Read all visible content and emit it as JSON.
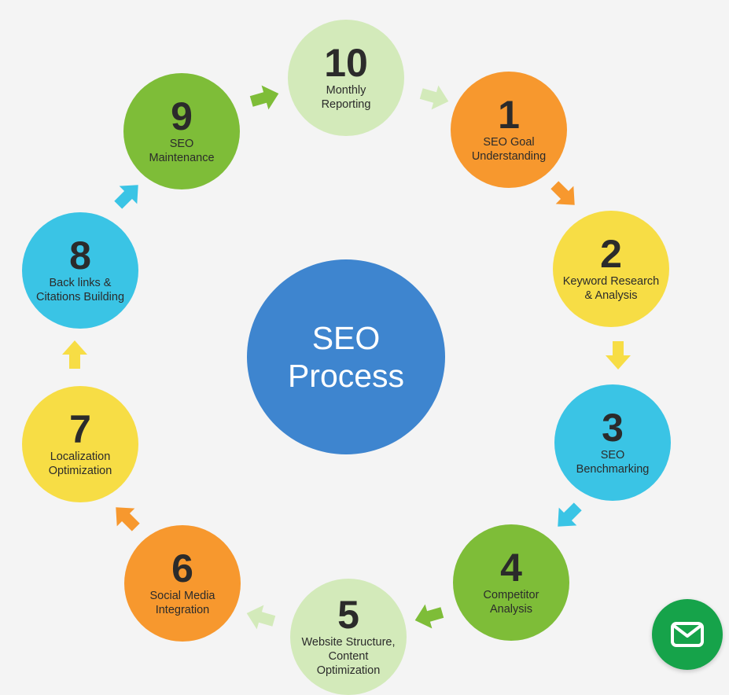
{
  "center": {
    "line1": "SEO",
    "line2": "Process",
    "color": "#3e85cf"
  },
  "colors": {
    "orange": "#f7982e",
    "yellow": "#f7dd45",
    "blue": "#3ac4e5",
    "green": "#7ebd38",
    "light_green": "#d3eaba"
  },
  "steps": [
    {
      "num": "1",
      "label": "SEO Goal\nUnderstanding",
      "color": "#f7982e"
    },
    {
      "num": "2",
      "label": "Keyword Research\n& Analysis",
      "color": "#f7dd45"
    },
    {
      "num": "3",
      "label": "SEO\nBenchmarking",
      "color": "#3ac4e5"
    },
    {
      "num": "4",
      "label": "Competitor\nAnalysis",
      "color": "#7ebd38"
    },
    {
      "num": "5",
      "label": "Website Structure,\nContent\nOptimization",
      "color": "#d3eaba"
    },
    {
      "num": "6",
      "label": "Social Media\nIntegration",
      "color": "#f7982e"
    },
    {
      "num": "7",
      "label": "Localization\nOptimization",
      "color": "#f7dd45"
    },
    {
      "num": "8",
      "label": "Back links &\nCitations Building",
      "color": "#3ac4e5"
    },
    {
      "num": "9",
      "label": "SEO\nMaintenance",
      "color": "#7ebd38"
    },
    {
      "num": "10",
      "label": "Monthly\nReporting",
      "color": "#d3eaba"
    }
  ],
  "arrows": [
    {
      "from": "1",
      "to": "2",
      "color": "#f7982e"
    },
    {
      "from": "2",
      "to": "3",
      "color": "#f7dd45"
    },
    {
      "from": "3",
      "to": "4",
      "color": "#3ac4e5"
    },
    {
      "from": "4",
      "to": "5",
      "color": "#7ebd38"
    },
    {
      "from": "5",
      "to": "6",
      "color": "#d3eaba"
    },
    {
      "from": "6",
      "to": "7",
      "color": "#f7982e"
    },
    {
      "from": "7",
      "to": "8",
      "color": "#f7dd45"
    },
    {
      "from": "8",
      "to": "9",
      "color": "#3ac4e5"
    },
    {
      "from": "9",
      "to": "10",
      "color": "#7ebd38"
    },
    {
      "from": "10",
      "to": "1",
      "color": "#d3eaba"
    }
  ],
  "mail_button": {
    "icon": "mail-icon",
    "color": "#16a34a"
  }
}
